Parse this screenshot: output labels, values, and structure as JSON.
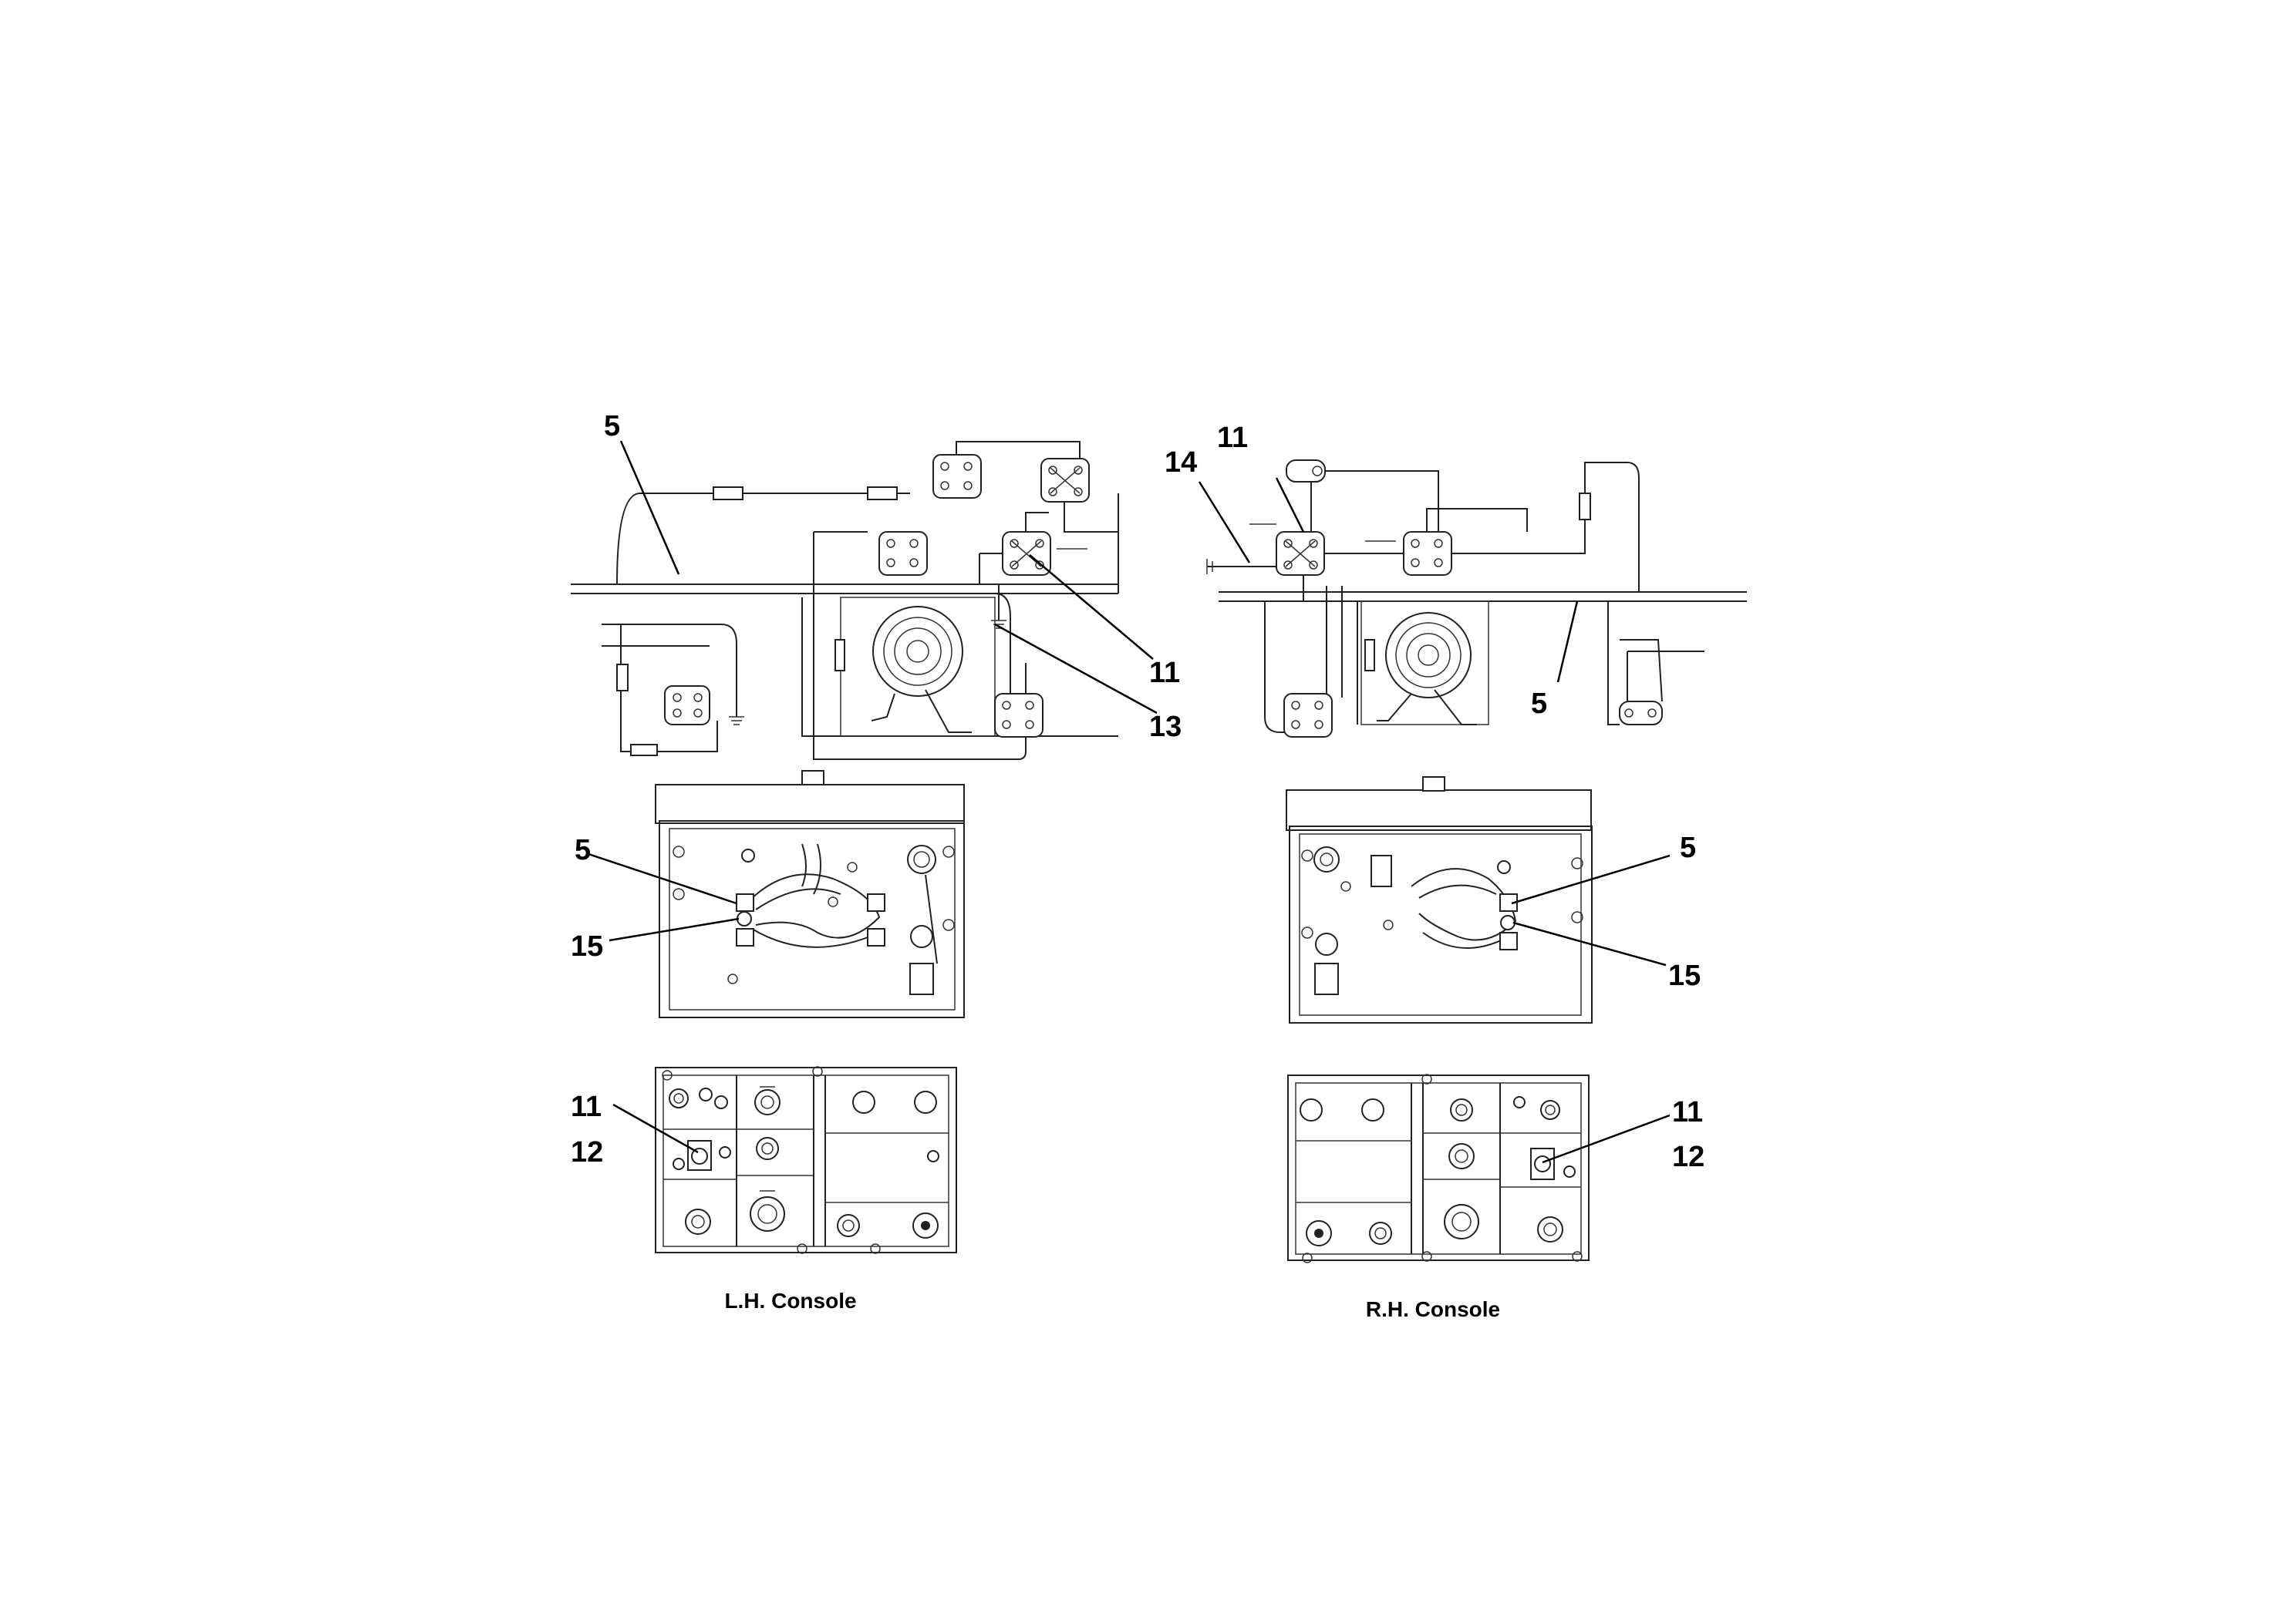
{
  "callouts": {
    "top_left": {
      "a": "5",
      "b": "11",
      "c": "13"
    },
    "top_right": {
      "a": "11",
      "b": "14",
      "c": "5"
    },
    "mid_left": {
      "a": "5",
      "b": "15"
    },
    "mid_right": {
      "a": "5",
      "b": "15"
    },
    "bot_left": {
      "a": "11",
      "b": "12"
    },
    "bot_right": {
      "a": "11",
      "b": "12"
    }
  },
  "captions": {
    "left": "L.H. Console",
    "right": "R.H. Console"
  }
}
